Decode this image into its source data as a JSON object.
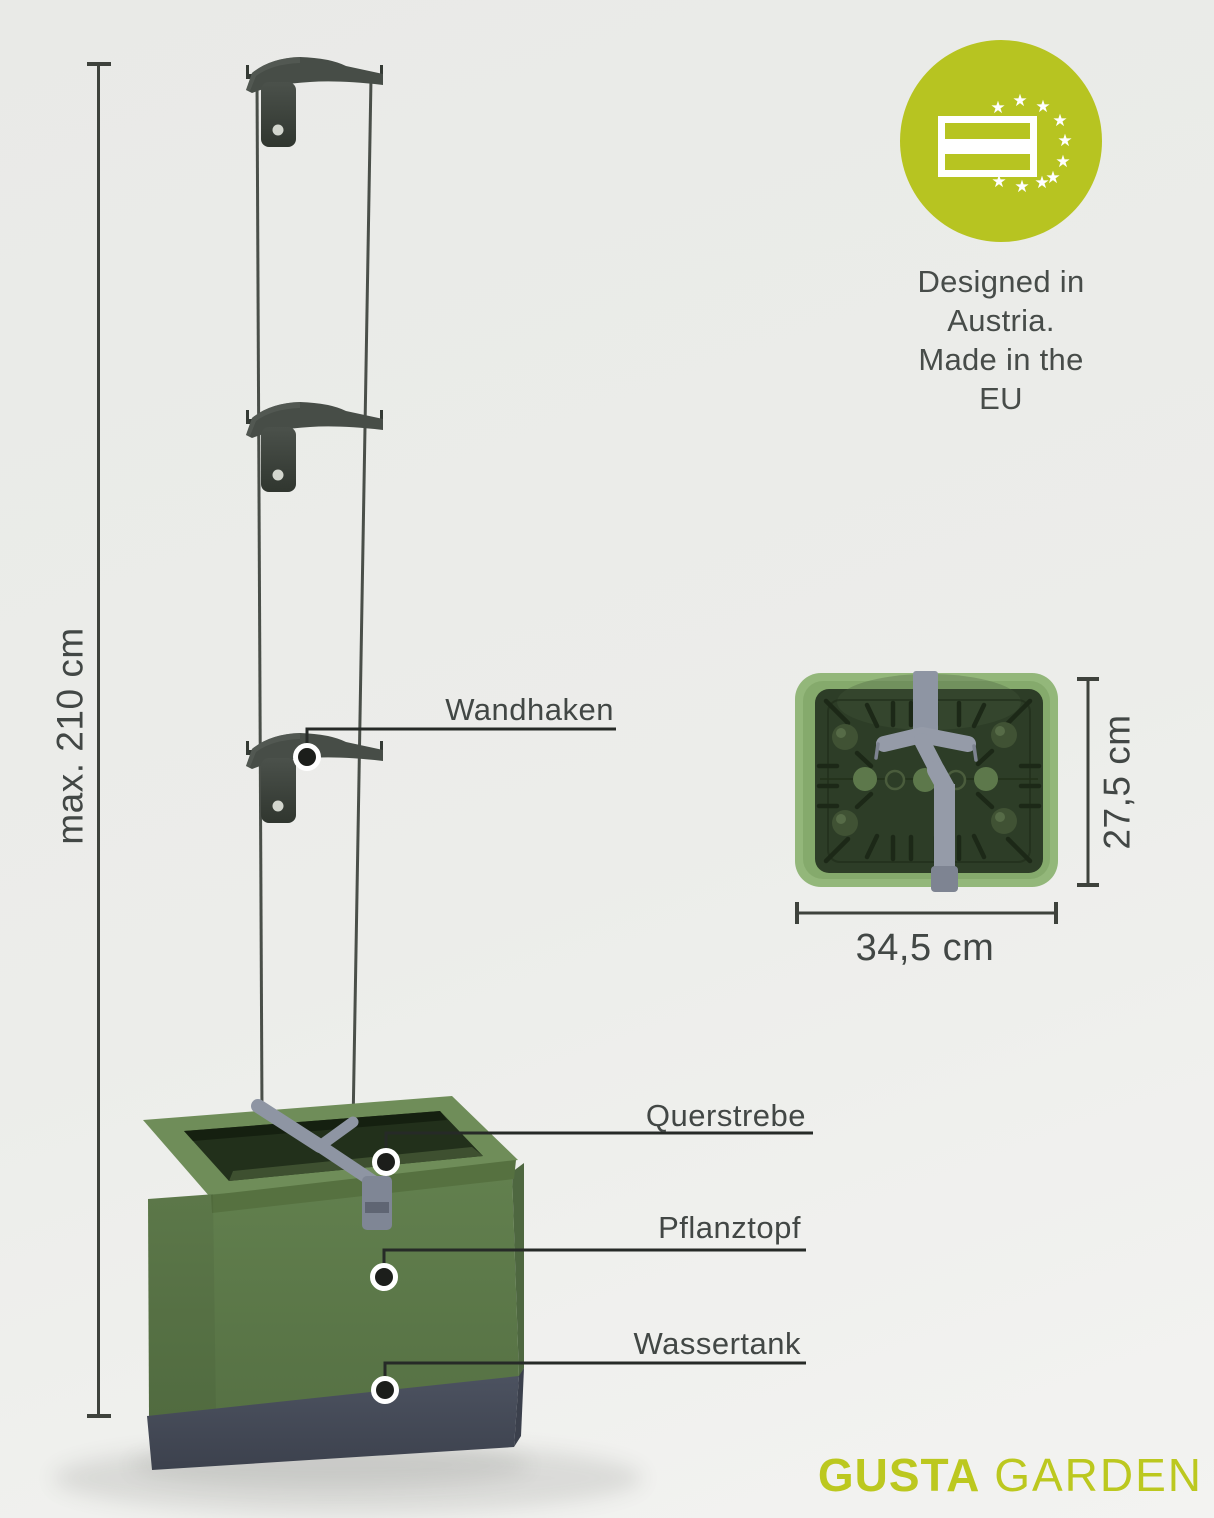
{
  "dimensions": {
    "height_total": {
      "label": "max. 210 cm"
    },
    "top_view_depth": {
      "label": "27,5 cm"
    },
    "top_view_width": {
      "label": "34,5 cm"
    }
  },
  "callouts": {
    "wandhaken": {
      "label": "Wandhaken"
    },
    "querstrebe": {
      "label": "Querstrebe"
    },
    "pflanztopf": {
      "label": "Pflanztopf"
    },
    "wassertank": {
      "label": "Wassertank"
    }
  },
  "badge": {
    "line1": "Designed in Austria.",
    "line2": "Made in the EU",
    "circle_color": "#b7c421",
    "icon": "austria-flag-with-eu-stars-icon",
    "star_glyph": "★"
  },
  "logo": {
    "part1": "GUSTA",
    "part2": "GARDEN",
    "color": "#bcc81f"
  },
  "colors": {
    "pot_green": "#5e7b4a",
    "pot_rim": "#6f8d59",
    "pot_opening": "#22301b",
    "pot_lip": "#567140",
    "tank_gray": "#474d5b",
    "strut_gray": "#8e95a3",
    "bracket_gray": "#474d47",
    "wire": "#4a4f49",
    "line": "#262a27",
    "dimension_line": "#3e423c",
    "text": "#424745",
    "topview_outer": "#93b77a",
    "topview_inner": "#2d3d27"
  }
}
